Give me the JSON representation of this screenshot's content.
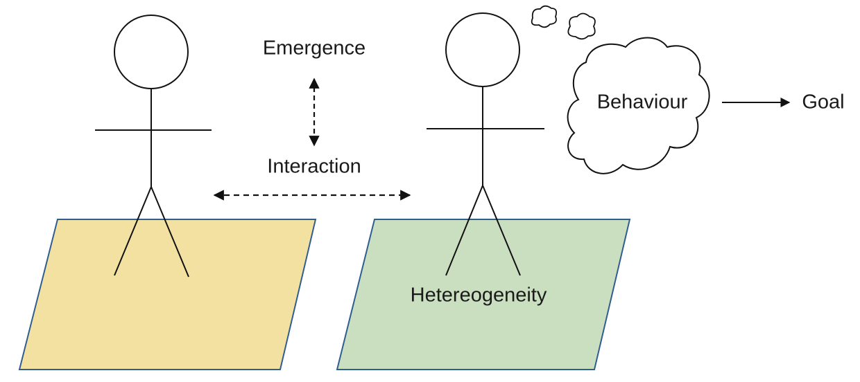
{
  "labels": {
    "emergence": "Emergence",
    "interaction": "Interaction",
    "behaviour": "Behaviour",
    "goal": "Goal",
    "heterogeneity": "Hetereogeneity"
  },
  "colors": {
    "left_plane_fill": "#f3e1a2",
    "right_plane_fill": "#cadfc0",
    "plane_border": "#2f5d91",
    "stroke": "#111111",
    "text": "#1a1a1a"
  }
}
